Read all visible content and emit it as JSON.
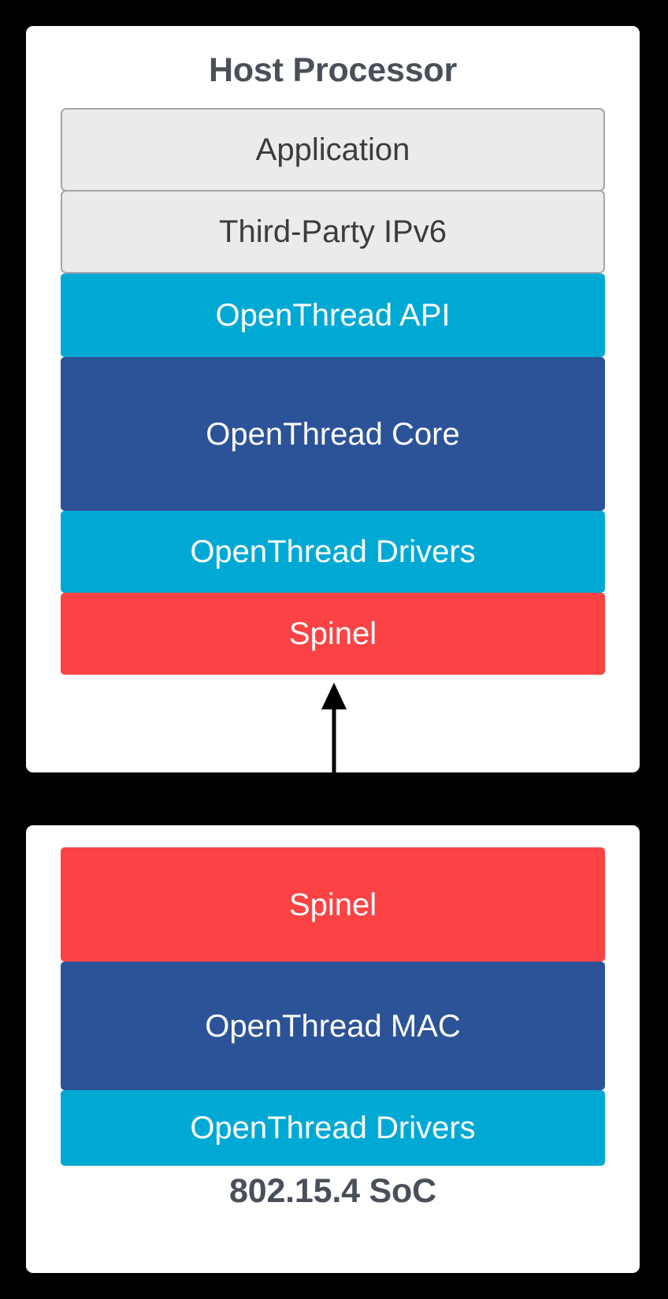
{
  "diagram": {
    "title_colors": {
      "heading": "#49505A",
      "background": "#000000",
      "card": "#FFFFFF",
      "plain_layer_fill": "#EBEBEB",
      "plain_layer_border": "#A6A6A6",
      "cyan": "#00A9D4",
      "dark_blue": "#2C5397",
      "red": "#FB4345"
    },
    "nodes": [
      {
        "id": "host-processor",
        "title": "Host Processor",
        "title_position": "top",
        "layers": [
          {
            "label": "Application",
            "style": "plain",
            "color": "#EBEBEB"
          },
          {
            "label": "Third-Party IPv6",
            "style": "plain",
            "color": "#EBEBEB"
          },
          {
            "label": "OpenThread API",
            "style": "solid",
            "color": "#00A9D4"
          },
          {
            "label": "OpenThread Core",
            "style": "solid",
            "color": "#2C5397"
          },
          {
            "label": "OpenThread Drivers",
            "style": "solid",
            "color": "#00A9D4"
          },
          {
            "label": "Spinel",
            "style": "solid",
            "color": "#FB4345"
          }
        ]
      },
      {
        "id": "soc",
        "title": "802.15.4 SoC",
        "title_position": "bottom",
        "layers": [
          {
            "label": "Spinel",
            "style": "solid",
            "color": "#FB4345"
          },
          {
            "label": "OpenThread MAC",
            "style": "solid",
            "color": "#2C5397"
          },
          {
            "label": "OpenThread Drivers",
            "style": "solid",
            "color": "#00A9D4"
          }
        ]
      }
    ],
    "connector": {
      "name": "spinel-link",
      "from": "host-processor.Spinel",
      "to": "soc.Spinel",
      "direction": "bidirectional",
      "color": "#000000"
    }
  }
}
